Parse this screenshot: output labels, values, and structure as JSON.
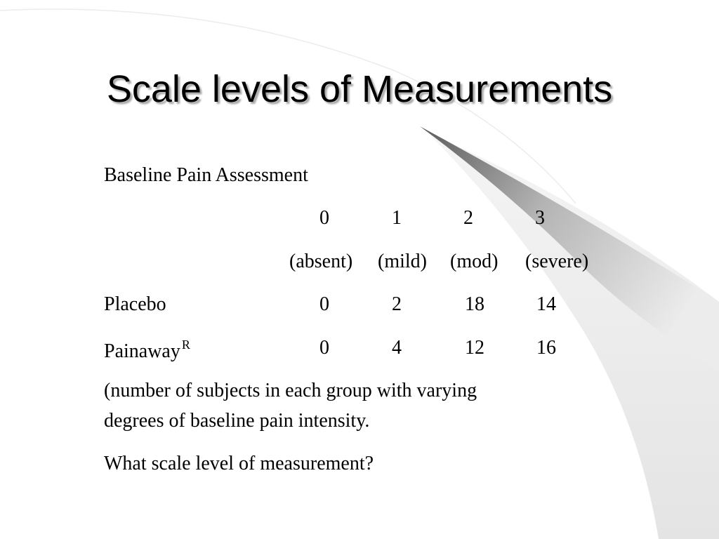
{
  "slide": {
    "title": "Scale levels of Measurements",
    "heading": "Baseline Pain Assessment",
    "levels": [
      {
        "score": "0",
        "label": "(absent)"
      },
      {
        "score": "1",
        "label": "(mild)"
      },
      {
        "score": "2",
        "label": "(mod)"
      },
      {
        "score": "3",
        "label": "(severe)"
      }
    ],
    "groups": [
      {
        "name": "Placebo",
        "superscript": "",
        "counts": [
          "0",
          "2",
          "18",
          "14"
        ]
      },
      {
        "name": "Painaway",
        "superscript": "R",
        "counts": [
          "0",
          "4",
          "12",
          "16"
        ]
      }
    ],
    "note_line1": "(number of subjects in each group with varying",
    "note_line2": "degrees of baseline pain intensity.",
    "question": "What scale level of measurement?"
  },
  "colors": {
    "swoosh_dark": "#5a5a5a",
    "swoosh_light": "#e6e6e6",
    "text": "#000000",
    "title_shadow": "#a8a8a8"
  }
}
